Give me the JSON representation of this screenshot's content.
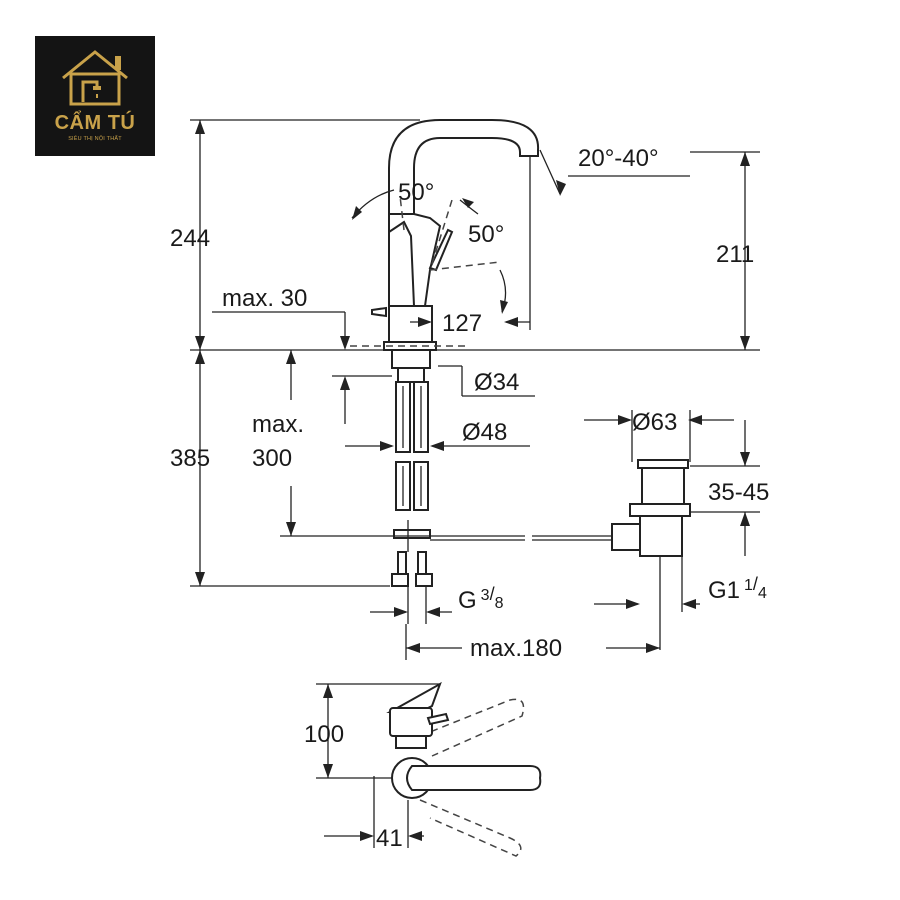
{
  "logo": {
    "brand": "CẨM TÚ",
    "tagline": "SIÊU THỊ NỘI THẤT",
    "colors": {
      "background": "#141414",
      "gold": "#c9a24a"
    },
    "icon": "house-faucet-icon"
  },
  "dimensions": {
    "total_height": "244",
    "spout_height": "211",
    "spout_swivel": "20°-40°",
    "lever_angle_left": "50°",
    "lever_angle_right": "50°",
    "spout_reach": "127",
    "max_deck": "max. 30",
    "shank_diameter": "Ø34",
    "base_diameter": "Ø48",
    "below_deck": "385",
    "max_under_line1": "max.",
    "max_under_line2": "300",
    "waste_diameter": "Ø63",
    "waste_range": "35-45",
    "thread_supply": "G",
    "thread_supply_num": "3",
    "thread_supply_den": "8",
    "thread_waste": "G1",
    "thread_waste_num": "1",
    "thread_waste_den": "4",
    "max_pull_rod": "max.180",
    "lever_height": "100",
    "lever_offset": "41"
  }
}
